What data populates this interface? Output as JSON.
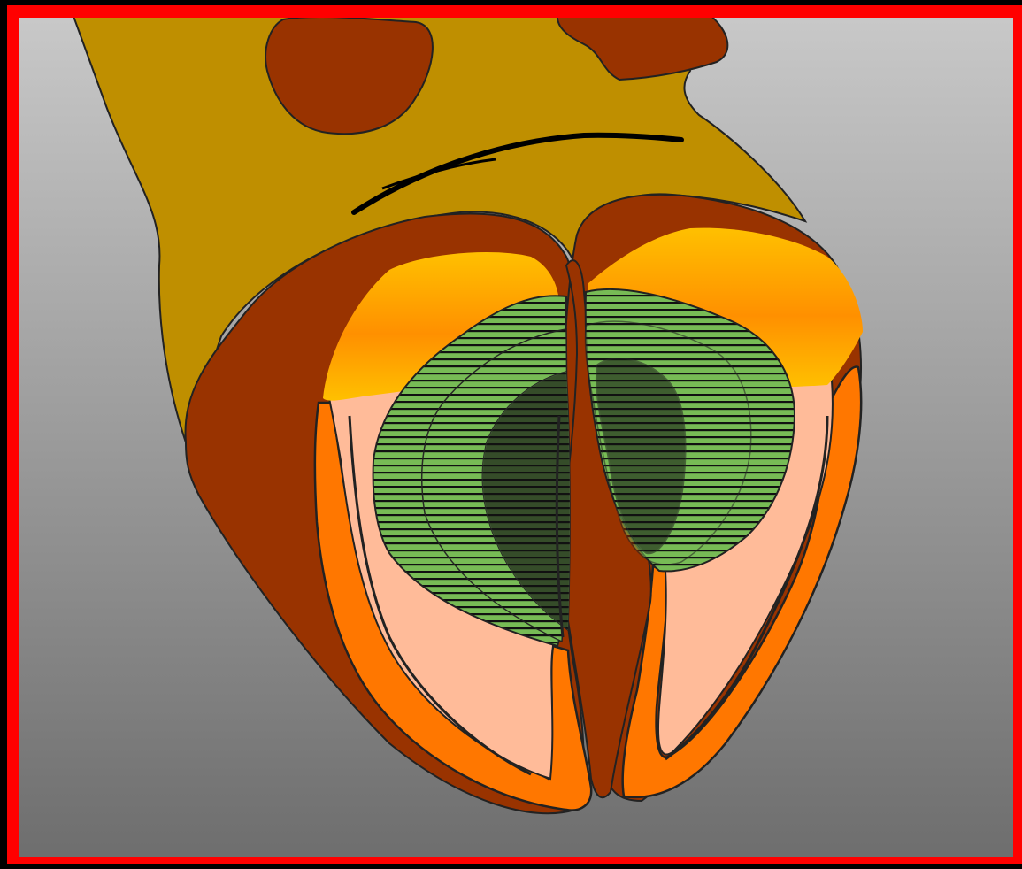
{
  "diagram": {
    "colors": {
      "background_top": "#C8C8C8",
      "background_bottom": "#6E6E6E",
      "frame": "#FF0000",
      "outer": "#000000",
      "cap": "#BF8F00",
      "wall": "#993300",
      "lining": "#FF7700",
      "interior": "#FFBB99",
      "gold_top": "#FFC000",
      "gold_band": "#FF9000",
      "hatch_fill": "#77BB55",
      "stroke": "#222222"
    },
    "hatch_shading": [
      "light",
      "medium",
      "dark"
    ]
  }
}
